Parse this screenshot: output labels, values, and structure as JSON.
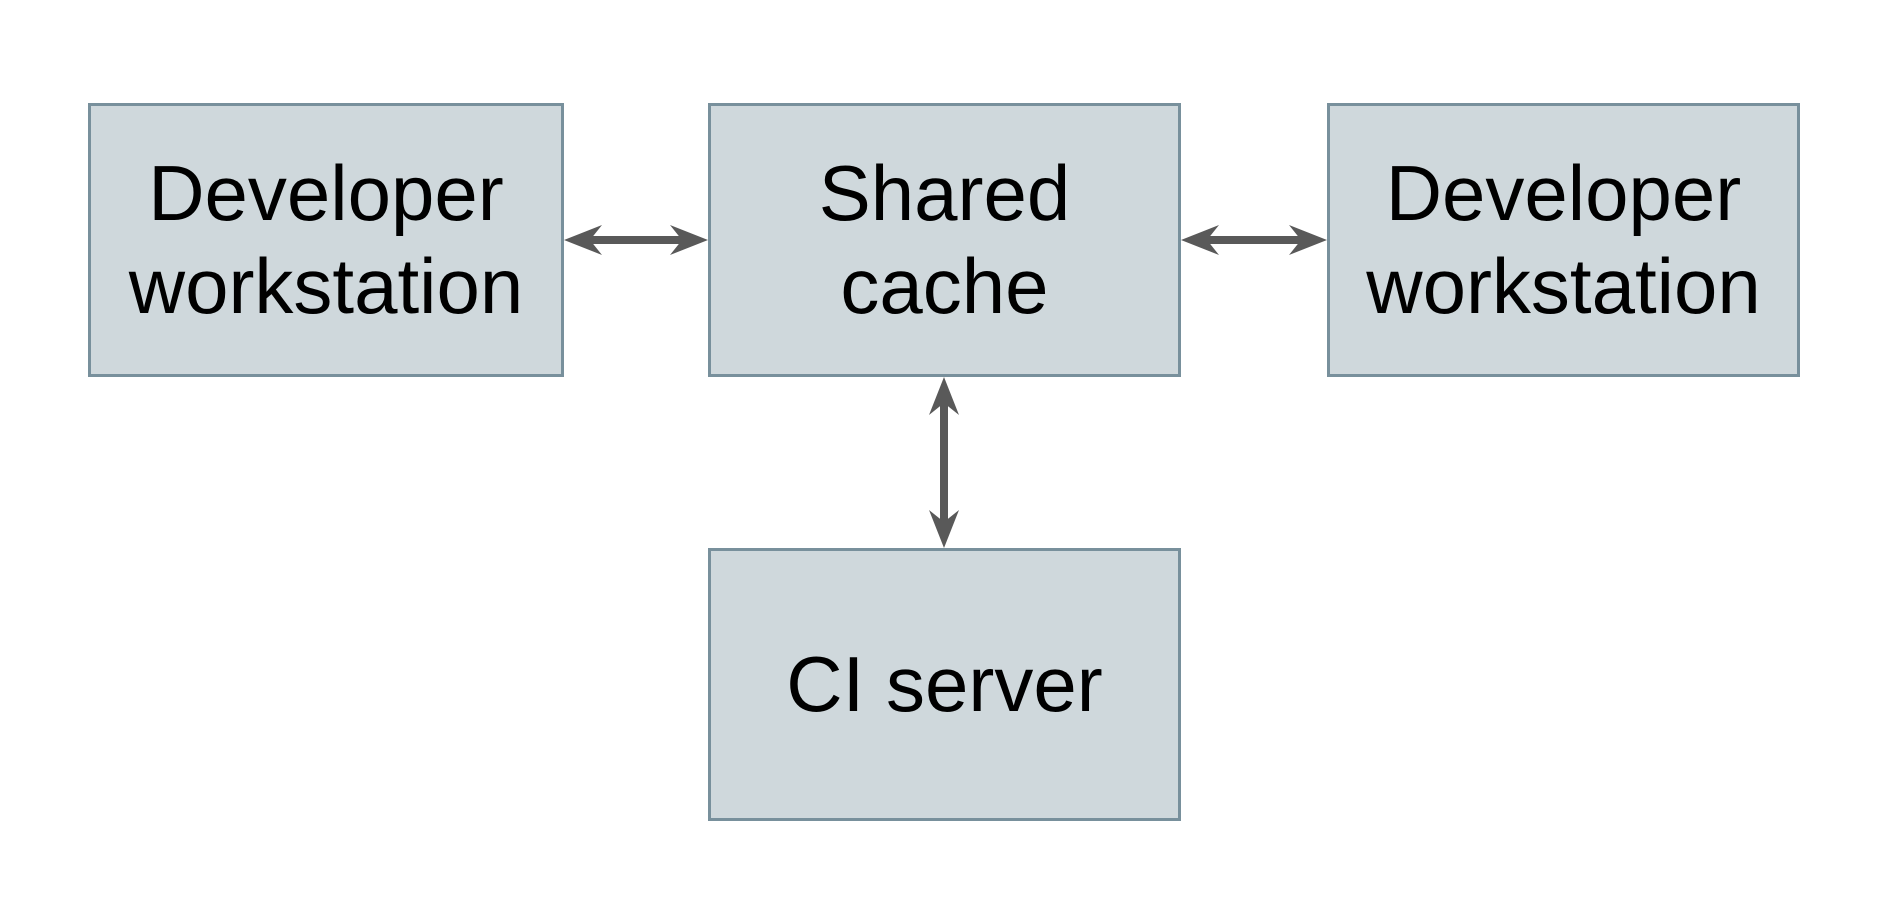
{
  "diagram": {
    "type": "architecture-diagram",
    "colors": {
      "background": "#ffffff",
      "node_fill": "#cfd8dc",
      "node_border": "#78909c",
      "arrow": "#595959",
      "text": "#000000"
    },
    "nodes": [
      {
        "id": "developer-workstation-left",
        "lines": [
          "Developer",
          "workstation"
        ]
      },
      {
        "id": "shared-cache",
        "lines": [
          "Shared",
          "cache"
        ]
      },
      {
        "id": "developer-workstation-right",
        "lines": [
          "Developer",
          "workstation"
        ]
      },
      {
        "id": "ci-server",
        "lines": [
          "CI server"
        ]
      }
    ],
    "edges": [
      {
        "from": "developer-workstation-left",
        "to": "shared-cache",
        "direction": "bidirectional"
      },
      {
        "from": "shared-cache",
        "to": "developer-workstation-right",
        "direction": "bidirectional"
      },
      {
        "from": "shared-cache",
        "to": "ci-server",
        "direction": "bidirectional"
      }
    ]
  }
}
